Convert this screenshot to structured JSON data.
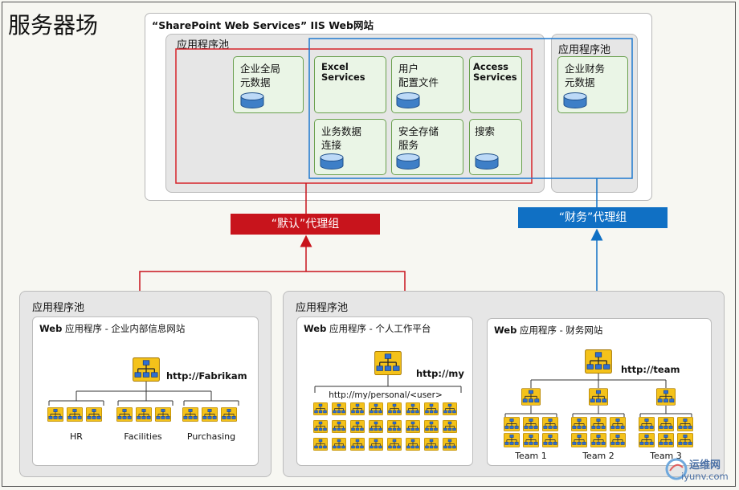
{
  "title": "服务器场",
  "iis": {
    "title": "“SharePoint Web Services” IIS Web网站"
  },
  "pools": {
    "top_left": "应用程序池",
    "top_right": "应用程序池",
    "bottom_left": "应用程序池",
    "bottom_right": "应用程序池"
  },
  "services": {
    "managed_metadata": "企业全局\n元数据",
    "excel": "Excel\nServices",
    "user_profile": "用户\n配置文件",
    "access": "Access\nServices",
    "bdc": "业务数据\n连接",
    "secure_store": "安全存储\n服务",
    "search": "搜索",
    "finance_metadata": "企业财务\n元数据"
  },
  "proxy_groups": {
    "default": "“默认”代理组",
    "finance": "“财务”代理组"
  },
  "web_apps": {
    "intranet": {
      "title_bold": "Web",
      "title_rest": " 应用程序 - 企业内部信息网站",
      "url": "http://Fabrikam",
      "groups": [
        "HR",
        "Facilities",
        "Purchasing"
      ]
    },
    "mysite": {
      "title_bold": "Web",
      "title_rest": " 应用程序 - 个人工作平台",
      "url": "http://my",
      "path": "http://my/personal/<user>"
    },
    "finance": {
      "title_bold": "Web",
      "title_rest": " 应用程序 - 财务网站",
      "url": "http://team",
      "groups": [
        "Team 1",
        "Team 2",
        "Team 3"
      ]
    }
  },
  "watermark": {
    "brand": "运维网",
    "site": "iyunv.com"
  },
  "colors": {
    "red": "#c8141c",
    "blue": "#1070c4",
    "service_green": "#6aa04e"
  }
}
